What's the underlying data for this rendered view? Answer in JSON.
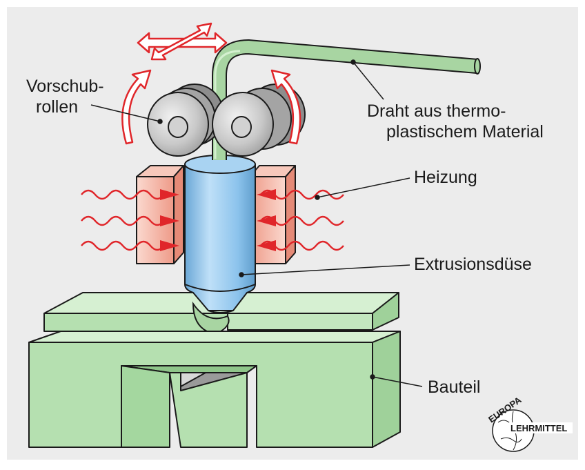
{
  "labels": {
    "vorschub_line1": "Vorschub-",
    "vorschub_line2": "rollen",
    "draht_line1": "Draht aus thermo-",
    "draht_line2": "plastischem Material",
    "heizung": "Heizung",
    "extrusion": "Extrusionsdüse",
    "bauteil": "Bauteil"
  },
  "logo": {
    "top_text": "EUROPA",
    "side_text": "LEHRMITTEL"
  },
  "colors": {
    "background": "#ececec",
    "filament": "#a8d5a2",
    "part": "#b5e0b0",
    "nozzle": "#8cc3ec",
    "heater": "#f0a595",
    "roller": "#bcbcbc",
    "arrow": "#e0262a"
  }
}
